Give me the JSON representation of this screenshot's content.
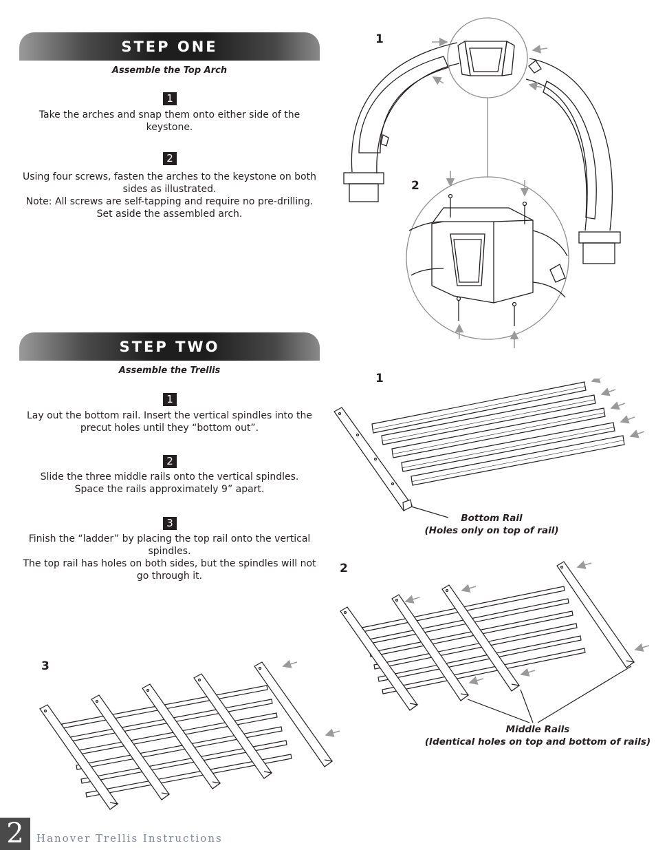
{
  "step_one": {
    "title": "STEP ONE",
    "subtitle": "Assemble the Top Arch",
    "items": [
      {
        "num": "1",
        "text": "Take the arches and snap them onto either side of the keystone."
      },
      {
        "num": "2",
        "text": "Using four screws, fasten the arches to the keystone on both sides as illustrated.\nNote: All screws are self-tapping and require no pre-drilling.\nSet aside the assembled arch."
      }
    ],
    "figure_labels": [
      "1",
      "2"
    ]
  },
  "step_two": {
    "title": "STEP TWO",
    "subtitle": "Assemble the Trellis",
    "items": [
      {
        "num": "1",
        "text": "Lay out the bottom rail. Insert the vertical spindles into the precut holes until they “bottom out”."
      },
      {
        "num": "2",
        "text": "Slide the three middle rails onto the vertical spindles.\nSpace the rails approximately 9” apart."
      },
      {
        "num": "3",
        "text": "Finish the “ladder” by placing the top rail onto the vertical spindles.\nThe top rail has holes on both sides, but the spindles will not go through it."
      }
    ],
    "figure_labels": [
      "1",
      "2",
      "3"
    ],
    "captions": {
      "bottom_rail": "Bottom Rail\n(Holes only on top of rail)",
      "middle_rails": "Middle Rails\n(Identical holes on top and bottom of rails)"
    }
  },
  "footer": {
    "page_number": "2",
    "title": "Hanover Trellis Instructions"
  },
  "colors": {
    "banner_dark": "#1e1e1e",
    "arrow_gray": "#9a9a9a",
    "footer_text": "#7b8496"
  }
}
